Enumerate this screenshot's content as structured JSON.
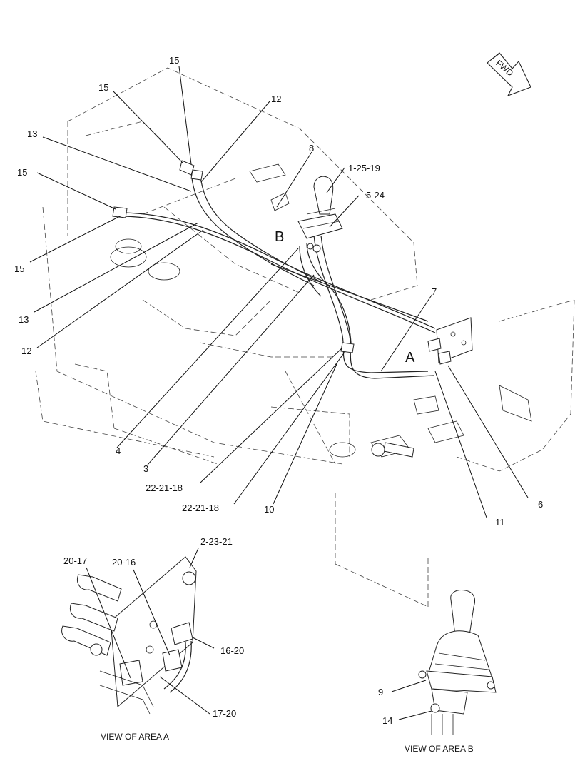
{
  "forward_marker": "FWD",
  "area_labels": {
    "a": "A",
    "b": "B"
  },
  "callouts": {
    "c15_top": "15",
    "c15_left_upper": "15",
    "c15_left_mid": "15",
    "c15_left_low": "15",
    "c13_upper": "13",
    "c13_lower": "13",
    "c12_upper": "12",
    "c12_lower": "12",
    "c8": "8",
    "c1_25_19": "1-25-19",
    "c5_24": "5-24",
    "c7": "7",
    "c6": "6",
    "c11": "11",
    "c10": "10",
    "c4": "4",
    "c3": "3",
    "c22_21_18_a": "22-21-18",
    "c22_21_18_b": "22-21-18",
    "c2_23_21": "2-23-21",
    "c20_17": "20-17",
    "c20_16": "20-16",
    "c16_20": "16-20",
    "c17_20": "17-20",
    "c9": "9",
    "c14": "14"
  },
  "captions": {
    "view_a": "VIEW OF AREA A",
    "view_b": "VIEW OF AREA B"
  }
}
